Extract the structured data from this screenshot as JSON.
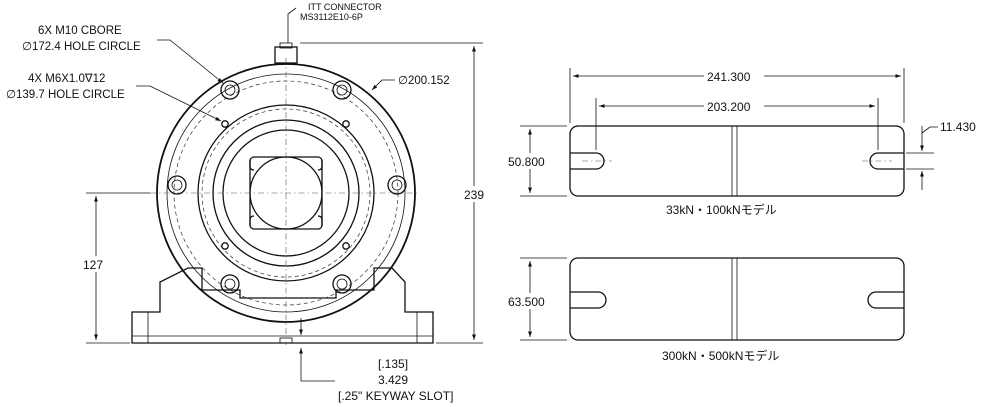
{
  "front_view": {
    "connector_label_line1": "ITT CONNECTOR",
    "connector_label_line2": "MS3112E10-6P",
    "cbore_label_line1": "6X M10 CBORE",
    "cbore_label_line2": "∅172.4 HOLE CIRCLE",
    "tapped_label_line1": "4X M6X1.0∇12",
    "tapped_label_line2": "∅139.7 HOLE CIRCLE",
    "outer_diameter": "∅200.152",
    "overall_height": "239",
    "center_height": "127",
    "keyway_inch": "[.135]",
    "keyway_mm": "3.429",
    "keyway_slot": "[.25\" KEYWAY SLOT]"
  },
  "base_plate_33": {
    "overall_length": "241.300",
    "slot_spacing": "203.200",
    "slot_width": "11.430",
    "plate_height": "50.800",
    "caption": "33kN・100kNモデル"
  },
  "base_plate_300": {
    "plate_height": "63.500",
    "caption": "300kN・500kNモデル"
  }
}
